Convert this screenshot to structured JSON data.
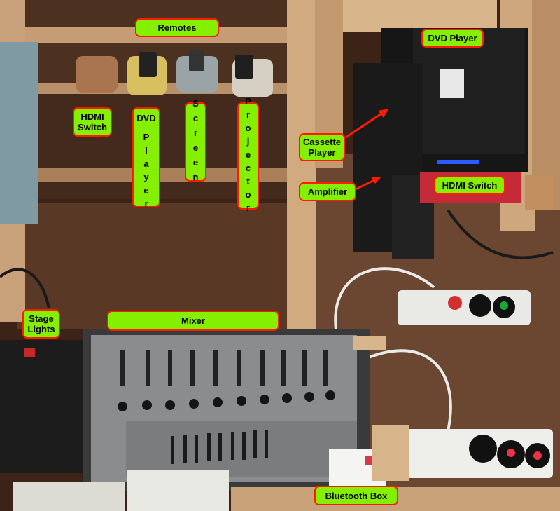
{
  "labels": {
    "remotes": "Remotes",
    "dvd_player_top": "DVD Player",
    "hdmi_switch_left": "HDMI\nSwitch",
    "dvd_vertical_1": "DVD",
    "dvd_vertical_2": "Player",
    "screen": "Screen",
    "projector": "Projector",
    "cassette_player": "Cassette\nPlayer",
    "amplifier": "Amplifier",
    "hdmi_switch_right": "HDMI Switch",
    "stage_lights": "Stage\nLights",
    "mixer": "Mixer",
    "bluetooth_box": "Bluetooth Box"
  },
  "colors": {
    "label_fill": "#84f000",
    "label_border": "#ff1a00",
    "arrow": "#ff1a00",
    "wood_light": "#c9a27a",
    "wood_dark": "#4a2d1e",
    "mixer_panel": "#8a8c8e"
  }
}
